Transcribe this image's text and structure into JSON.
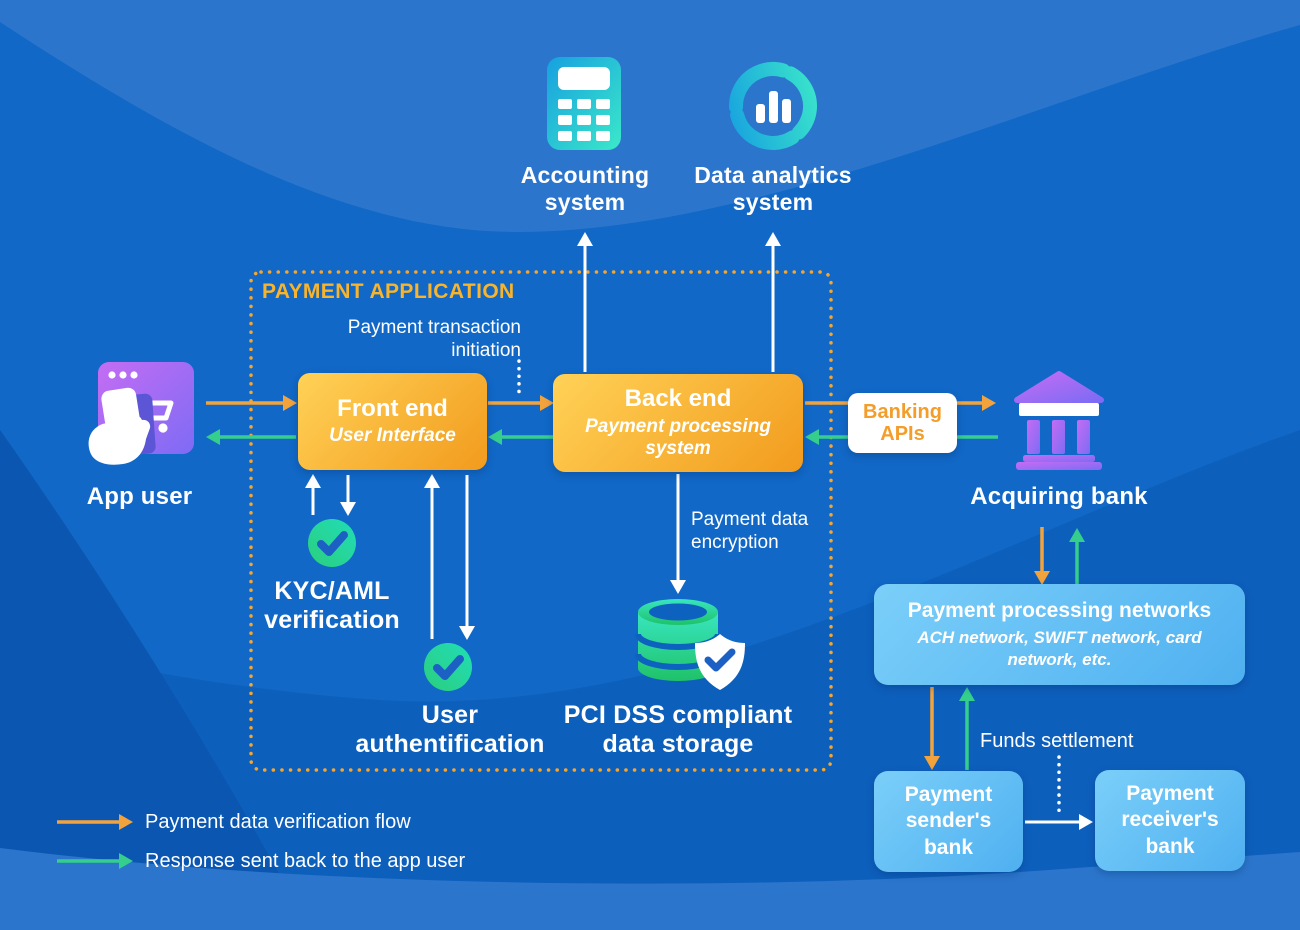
{
  "diagram": {
    "external_systems": {
      "accounting": {
        "label": "Accounting system",
        "icon": "calculator-icon"
      },
      "analytics": {
        "label": "Data analytics system",
        "icon": "donut-chart-icon"
      }
    },
    "actors": {
      "app_user": {
        "label": "App user",
        "icon": "browser-cart-hand-icon"
      },
      "acquiring_bank": {
        "label": "Acquiring bank",
        "icon": "bank-building-icon"
      }
    },
    "payment_application": {
      "title": "PAYMENT APPLICATION",
      "front_end": {
        "title": "Front end",
        "subtitle": "User Interface"
      },
      "back_end": {
        "title": "Back end",
        "subtitle": "Payment processing system"
      },
      "kyc": {
        "label": "KYC/AML verification",
        "icon": "check-circle-icon"
      },
      "auth": {
        "label": "User authentification",
        "icon": "check-circle-icon"
      },
      "pci": {
        "label": "PCI DSS compliant data storage",
        "icon": "database-shield-icon"
      }
    },
    "banking_apis": {
      "label": "Banking APIs"
    },
    "networks": {
      "title": "Payment processing networks",
      "subtitle": "ACH network, SWIFT network, card network, etc."
    },
    "sender_bank": {
      "label": "Payment sender's bank"
    },
    "receiver_bank": {
      "label": "Payment receiver's bank"
    },
    "annotations": {
      "transaction_initiation": "Payment transaction initiation",
      "data_encryption": "Payment data encryption",
      "funds_settlement": "Funds settlement"
    },
    "legend": [
      {
        "color": "#F2A33C",
        "label": "Payment data verification flow"
      },
      {
        "color": "#35CE8D",
        "label": "Response sent back to the app user"
      }
    ],
    "colors": {
      "background": "#0D5FBC",
      "wave_light": "#2B76CC",
      "accent_orange": "#F2A33C",
      "accent_green": "#35CE8D",
      "box_orange_from": "#FFD257",
      "box_orange_to": "#F29B1D",
      "box_blue_from": "#7BCFF9",
      "box_blue_to": "#4FB0F0",
      "icon_teal_from": "#17A0E0",
      "icon_teal_to": "#3BE8C9",
      "icon_green_from": "#2BCE7D",
      "icon_green_to": "#21DDB8",
      "icon_purple_from": "#C46DF3",
      "icon_purple_to": "#7E6BF5",
      "check_blue": "#1C60C4",
      "frame_title_orange": "#F7B42C"
    }
  }
}
